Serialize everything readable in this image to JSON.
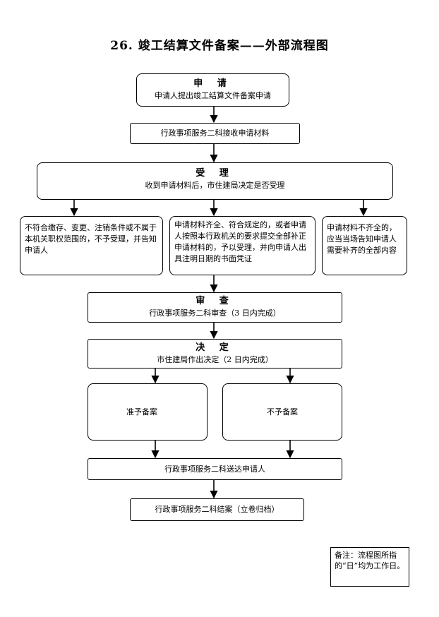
{
  "title": "26. 竣工结算文件备案——外部流程图",
  "steps": {
    "apply": {
      "head": "申 请",
      "text": "申请人提出竣工结算文件备案申请"
    },
    "receive": {
      "text": "行政事项服务二科接收申请材料"
    },
    "accept": {
      "head": "受 理",
      "text": "收到申请材料后，市住建局决定是否受理"
    },
    "reject": {
      "text": "不符合缴存、变更、注销条件或不属于本机关职权范围的，不予受理，并告知申请人"
    },
    "complete": {
      "text": "申请材料齐全、符合规定的，或者申请人按照本行政机关的要求提交全部补正申请材料的，予以受理，并向申请人出具注明日期的书面凭证"
    },
    "incomplete": {
      "text": "申请材料不齐全的，应当当场告知申请人需要补齐的全部内容"
    },
    "review": {
      "head": "审 查",
      "text": "行政事项服务二科审查（3 日内完成）"
    },
    "decide": {
      "head": "决 定",
      "text": "市住建局作出决定（2 日内完成）"
    },
    "approve": {
      "text": "准予备案"
    },
    "deny": {
      "text": "不予备案"
    },
    "deliver": {
      "text": "行政事项服务二科送达申请人"
    },
    "close": {
      "text": "行政事项服务二科结案（立卷归档）"
    }
  },
  "note": "备注：流程图所指的“日”均为工作日。"
}
